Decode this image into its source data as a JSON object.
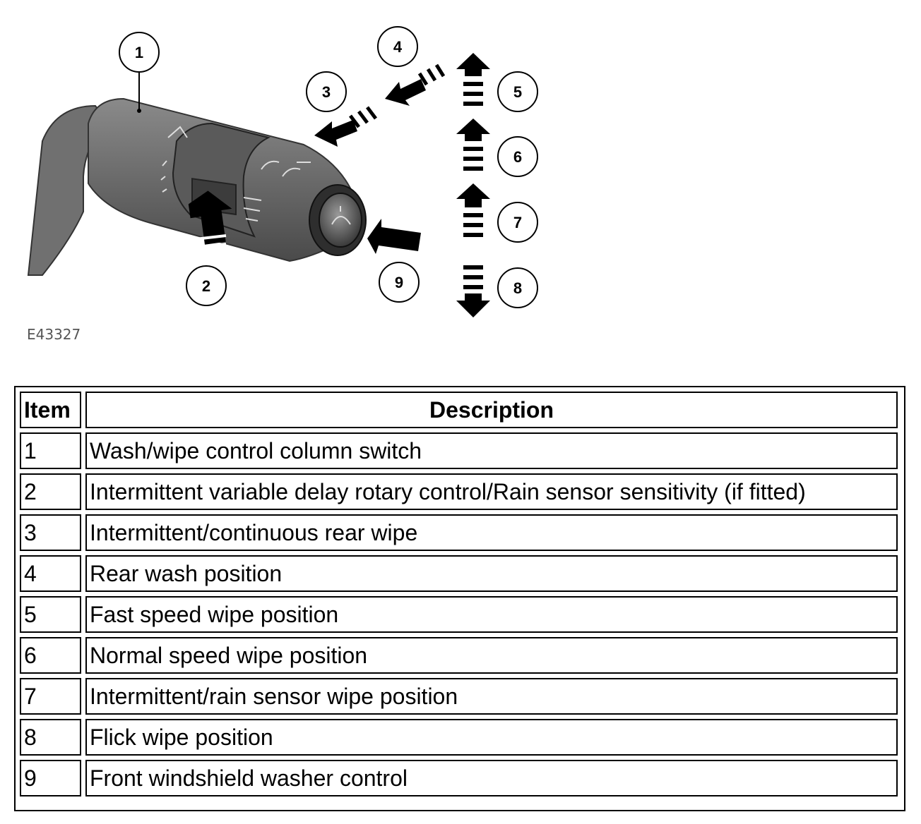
{
  "figure": {
    "id_label": "E43327",
    "callouts": [
      "1",
      "2",
      "3",
      "4",
      "5",
      "6",
      "7",
      "8",
      "9"
    ]
  },
  "table": {
    "headers": [
      "Item",
      "Description"
    ],
    "rows": [
      {
        "item": "1",
        "description": "Wash/wipe control column switch"
      },
      {
        "item": "2",
        "description": "Intermittent variable delay rotary control/Rain sensor sensitivity (if fitted)"
      },
      {
        "item": "3",
        "description": "Intermittent/continuous rear wipe"
      },
      {
        "item": "4",
        "description": "Rear wash position"
      },
      {
        "item": "5",
        "description": "Fast speed wipe position"
      },
      {
        "item": "6",
        "description": "Normal speed wipe position"
      },
      {
        "item": "7",
        "description": "Intermittent/rain sensor wipe position"
      },
      {
        "item": "8",
        "description": "Flick wipe position"
      },
      {
        "item": "9",
        "description": "Front windshield washer control"
      }
    ]
  }
}
